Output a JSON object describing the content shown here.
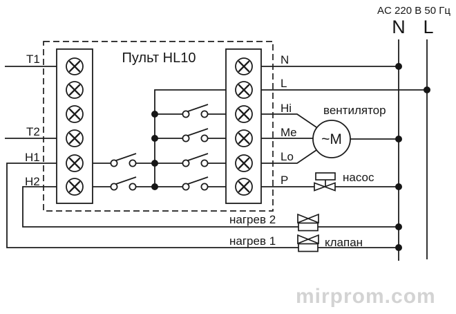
{
  "title": "Пульт HL10",
  "power": {
    "label": "AC 220 В 50 Гц",
    "neutral": "N",
    "line": "L"
  },
  "left_terminals": {
    "t1": "T1",
    "t2": "T2",
    "h1": "H1",
    "h2": "H2"
  },
  "right_terminals": {
    "n": "N",
    "l": "L",
    "hi": "Hi",
    "me": "Me",
    "lo": "Lo",
    "p": "P"
  },
  "devices": {
    "fan_label": "вентилятор",
    "motor": "~M",
    "pump_label": "насос",
    "valve_label": "клапан",
    "heater2_label": "нагрев 2",
    "heater1_label": "нагрев 1"
  },
  "watermark": "mirprom.com"
}
